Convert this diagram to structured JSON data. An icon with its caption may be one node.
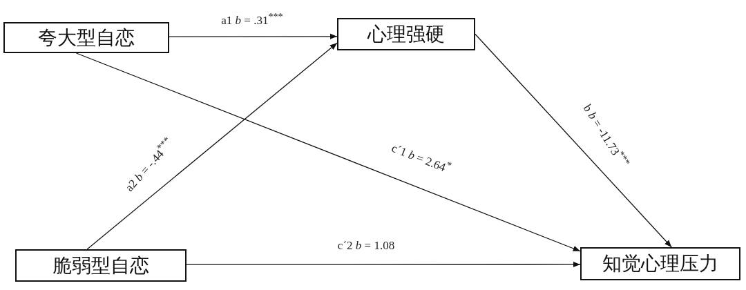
{
  "diagram": {
    "nodes": [
      {
        "text": [
          "夸大型自恋"
        ]
      },
      {
        "text": [
          "心理强硬"
        ]
      },
      {
        "text": [
          "脆弱型自恋"
        ]
      },
      {
        "text": [
          "知觉心理压力"
        ]
      }
    ],
    "edges": [
      {
        "from": 0,
        "to": 1,
        "arrow": "to",
        "label": "a1 *b* = .31$^{***}$"
      },
      {
        "from": 2,
        "to": 1,
        "arrow": "to",
        "label": "a2 *b* = -.44$^{***}$"
      },
      {
        "from": 0,
        "to": 3,
        "arrow": "to",
        "label": "c´1 *b* = 2.64$^{*}$"
      },
      {
        "from": 1,
        "to": 3,
        "arrow": "to",
        "label": "b *b* = -11.73$^{***}$"
      },
      {
        "from": 2,
        "to": 3,
        "arrow": "to",
        "label": "c´2 *b* = 1.08"
      }
    ]
  }
}
